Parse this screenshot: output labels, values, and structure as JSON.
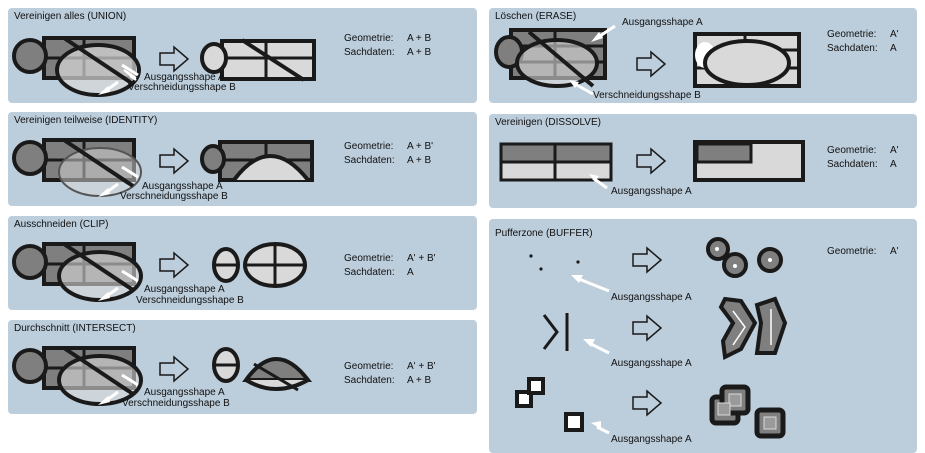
{
  "panels": {
    "union": {
      "title": "Vereinigen alles (UNION)",
      "geometry_key": "Geometrie:",
      "geometry_val": "A + B",
      "data_key": "Sachdaten:",
      "data_val": "A + B",
      "label_a": "Ausgangsshape A",
      "label_b": "Verschneidungsshape B"
    },
    "identity": {
      "title": "Vereinigen teilweise (IDENTITY)",
      "geometry_key": "Geometrie:",
      "geometry_val": "A + B'",
      "data_key": "Sachdaten:",
      "data_val": "A + B",
      "label_a": "Ausgangsshape A",
      "label_b": "Verschneidungsshape B"
    },
    "clip": {
      "title": "Ausschneiden (CLIP)",
      "geometry_key": "Geometrie:",
      "geometry_val": "A' + B'",
      "data_key": "Sachdaten:",
      "data_val": "A",
      "label_a": "Ausgangsshape A",
      "label_b": "Verschneidungsshape B"
    },
    "intersect": {
      "title": "Durchschnitt (INTERSECT)",
      "geometry_key": "Geometrie:",
      "geometry_val": "A' + B'",
      "data_key": "Sachdaten:",
      "data_val": "A + B",
      "label_a": "Ausgangsshape A",
      "label_b": "Verschneidungsshape B"
    },
    "erase": {
      "title": "Löschen (ERASE)",
      "geometry_key": "Geometrie:",
      "geometry_val": "A'",
      "data_key": "Sachdaten:",
      "data_val": "A",
      "label_a": "Ausgangsshape A",
      "label_b": "Verschneidungsshape B"
    },
    "dissolve": {
      "title": "Vereinigen (DISSOLVE)",
      "geometry_key": "Geometrie:",
      "geometry_val": "A'",
      "data_key": "Sachdaten:",
      "data_val": "A",
      "label_a": "Ausgangsshape A"
    },
    "buffer": {
      "title": "Pufferzone (BUFFER)",
      "geometry_key": "Geometrie:",
      "geometry_val": "A'",
      "label_a1": "Ausgangsshape A",
      "label_a2": "Ausgangsshape A",
      "label_a3": "Ausgangsshape A"
    }
  },
  "colors": {
    "panel_bg": "#bccddb",
    "dark_fill": "#7f7f7f",
    "light_fill": "#d9d9d9",
    "stroke": "#1a1a1a"
  }
}
